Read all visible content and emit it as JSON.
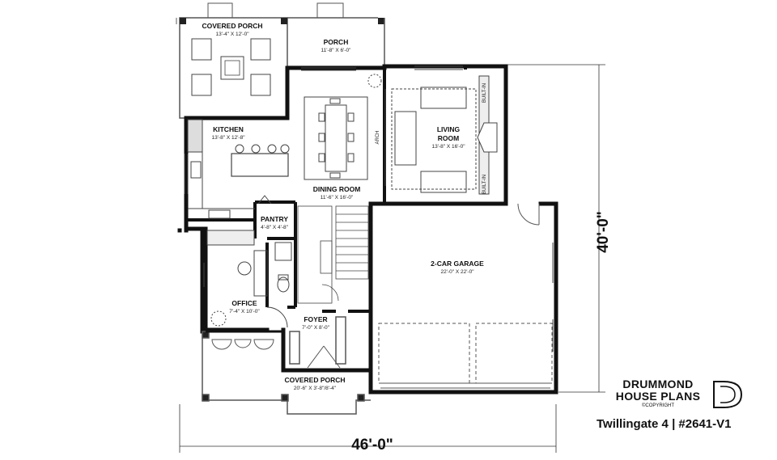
{
  "rooms": {
    "covered_porch_top": {
      "name": "COVERED PORCH",
      "size": "13'-4\" X 12'-0\""
    },
    "porch": {
      "name": "PORCH",
      "size": "11'-8\" X 6'-0\""
    },
    "kitchen": {
      "name": "KITCHEN",
      "size": "13'-8\" X 12'-8\""
    },
    "dining": {
      "name": "DINING ROOM",
      "size": "11'-6\" X 16'-0\""
    },
    "living": {
      "name_1": "LIVING",
      "name_2": "ROOM",
      "size": "13'-8\" X 16'-0\""
    },
    "pantry": {
      "name": "PANTRY",
      "size": "4'-8\" X 4'-8\""
    },
    "garage": {
      "name": "2-CAR GARAGE",
      "size": "22'-0\" X 22'-0\""
    },
    "office": {
      "name": "OFFICE",
      "size": "7'-4\" X 10'-0\""
    },
    "foyer": {
      "name": "FOYER",
      "size": "7'-0\" X 8'-0\""
    },
    "covered_porch_front": {
      "name": "COVERED PORCH",
      "size": "20'-6\" X 3'-8\"/8'-4\""
    }
  },
  "labels": {
    "arch": "ARCH",
    "built_in": "BUILT-IN"
  },
  "dimensions": {
    "width": "46'-0\"",
    "depth": "40'-0\""
  },
  "brand": {
    "line1": "DRUMMOND",
    "line2": "HOUSE PLANS",
    "copyright": "©COPYRIGHT"
  },
  "plan_name": "Twillingate 4  |  #2641-V1"
}
